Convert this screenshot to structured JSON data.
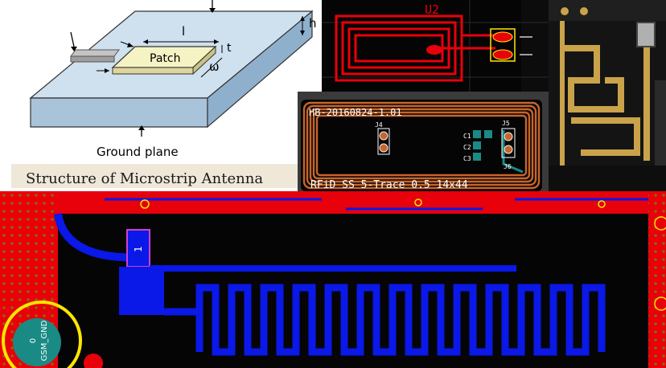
{
  "microstrip": {
    "dim_l": "l",
    "dim_t": "t",
    "dim_h": "h",
    "dim_w": "ω",
    "patch": "Patch",
    "ground": "Ground plane",
    "caption": "Structure of Microstrip Antenna"
  },
  "pcb_u2": {
    "designator": "U2"
  },
  "rfid": {
    "top_label": "HB-20160824-1.01",
    "bottom_label": "RFiD SS 5-Trace 0.5 14x44",
    "ref_j4": "J4",
    "ref_c1": "C1",
    "ref_c2": "C2",
    "ref_c3": "C3",
    "ref_j5": "J5",
    "ref_j6": "J6"
  },
  "gsm": {
    "pad_number": "1",
    "via_top": "0",
    "via_bottom": "GSM_GND"
  },
  "colors": {
    "pcb_red": "#e8000b",
    "pcb_blue": "#0a18e8",
    "copper_orange": "#c8652a",
    "gold": "#c9a24a",
    "teal": "#1a8a84",
    "yellow": "#ffe600"
  }
}
